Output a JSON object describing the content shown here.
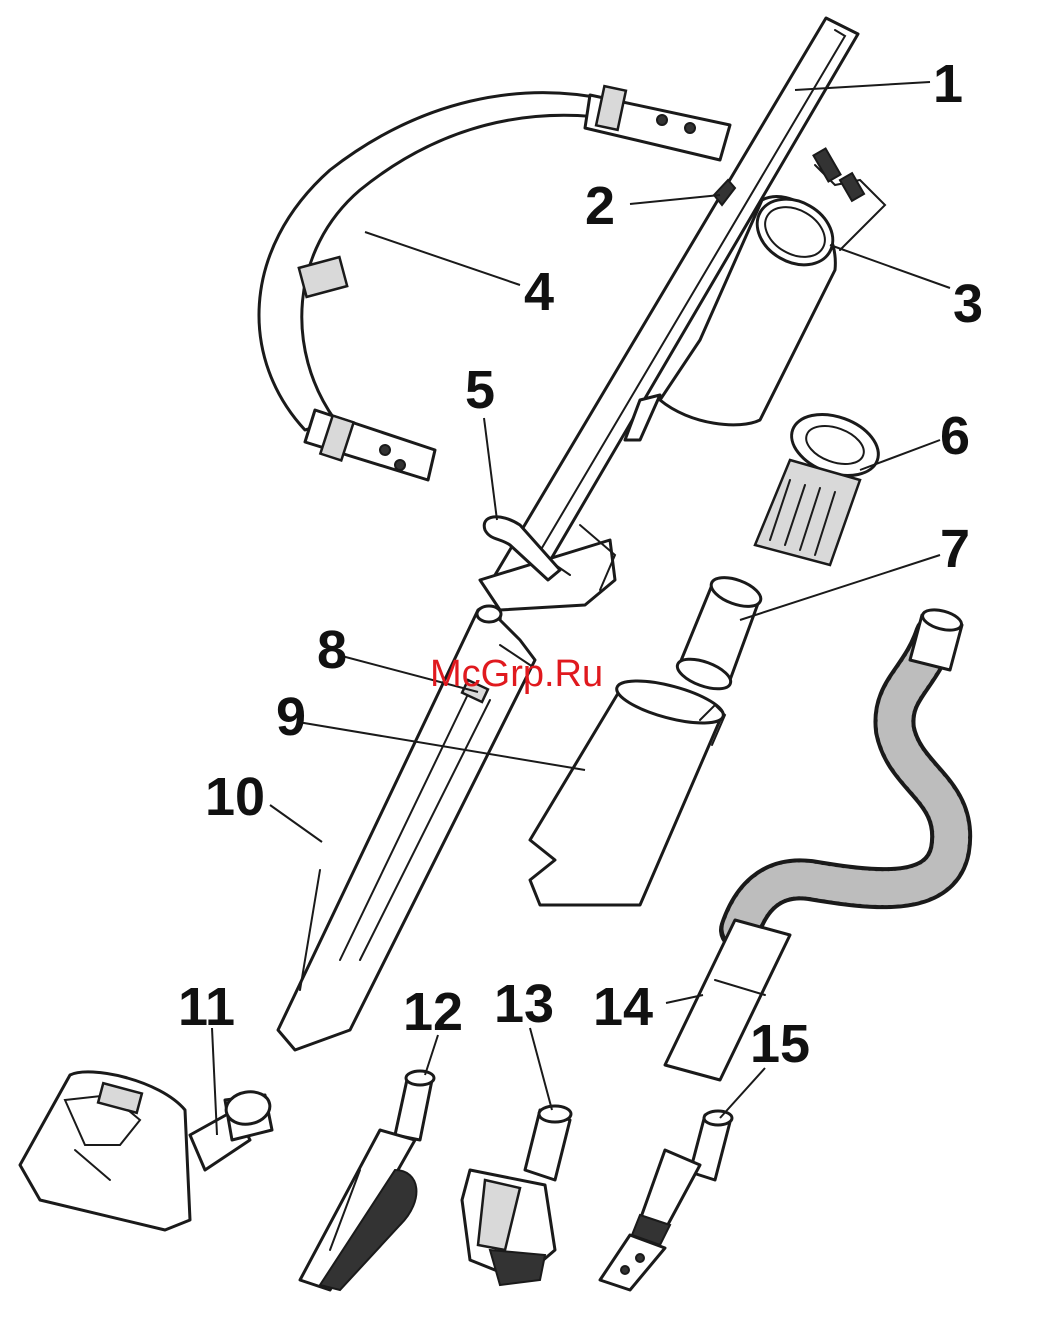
{
  "watermark": "McGrp.Ru",
  "callouts": [
    "1",
    "2",
    "3",
    "4",
    "5",
    "6",
    "7",
    "8",
    "9",
    "10",
    "11",
    "12",
    "13",
    "14",
    "15"
  ],
  "colors": {
    "line": "#1a1a1a",
    "watermark": "#e0191e",
    "background": "#ffffff"
  }
}
